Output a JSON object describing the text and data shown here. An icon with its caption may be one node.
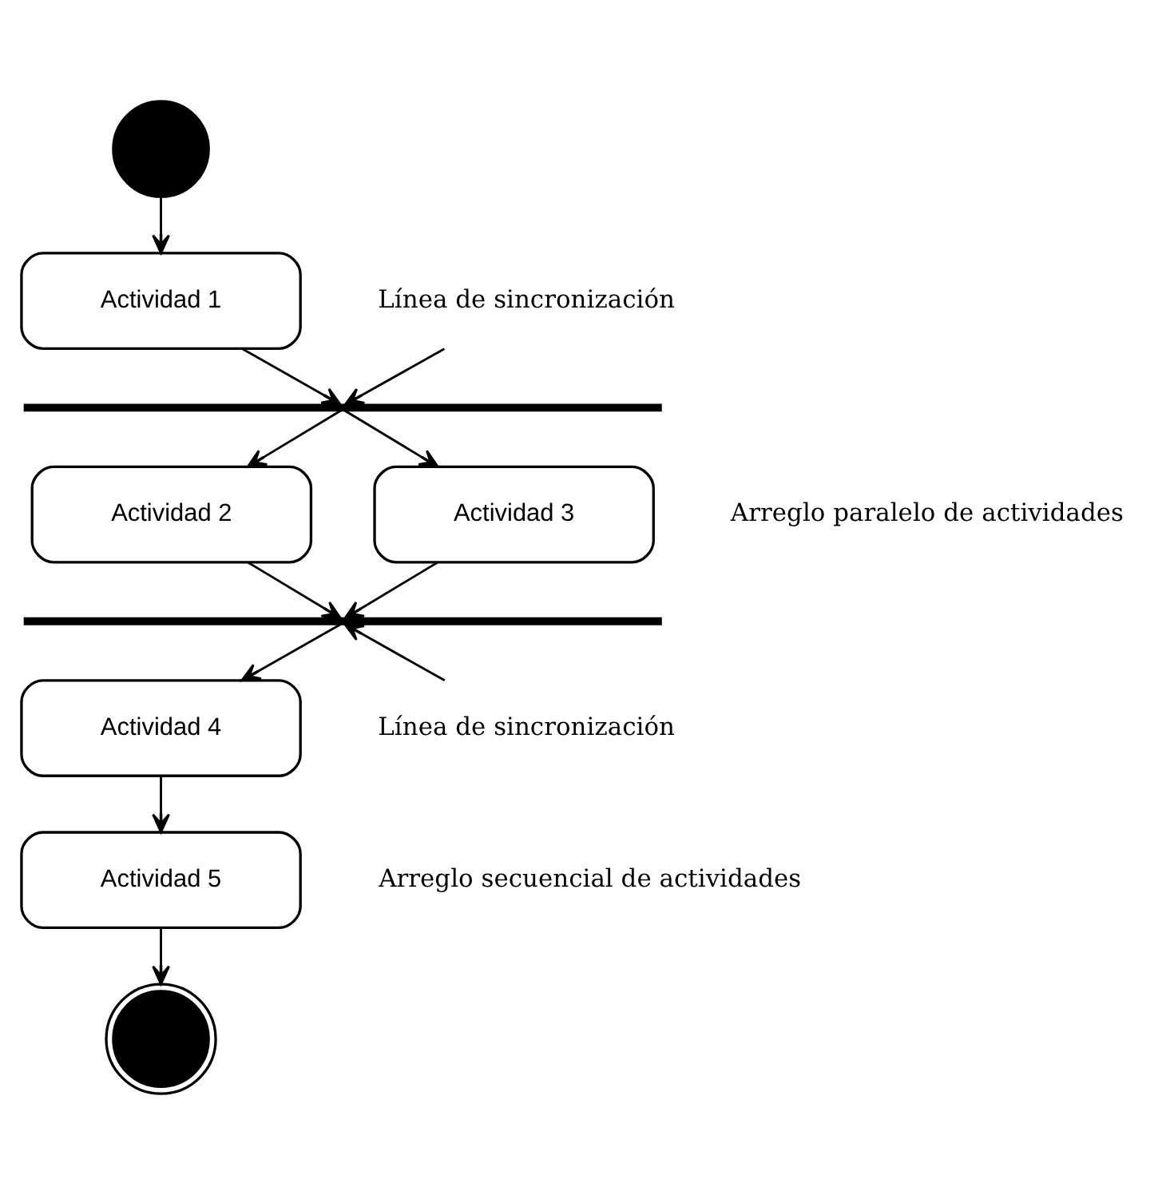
{
  "diagram": {
    "nodes": [
      {
        "text": [],
        "shape": "circle"
      },
      {
        "text": [
          "Actividad 1"
        ]
      },
      {
        "text": [],
        "shape": "bar"
      },
      {
        "text": [
          "Actividad 2"
        ]
      },
      {
        "text": [
          "Actividad 3"
        ]
      },
      {
        "text": [],
        "shape": "bar"
      },
      {
        "text": [
          "Actividad 4"
        ]
      },
      {
        "text": [
          "Actividad 5"
        ]
      },
      {
        "text": [],
        "shape": "circle"
      },
      {
        "text": [
          "Línea de sincronización"
        ]
      },
      {
        "text": [
          "Línea de sincronización"
        ]
      }
    ],
    "edges": [
      {
        "from": 0,
        "to": 1,
        "arrow": "to"
      },
      {
        "from": 1,
        "to": 2,
        "arrow": "to"
      },
      {
        "from": 2,
        "to": 3,
        "arrow": "to"
      },
      {
        "from": 2,
        "to": 4,
        "arrow": "to"
      },
      {
        "from": 3,
        "to": 5,
        "arrow": "to"
      },
      {
        "from": 4,
        "to": 5,
        "arrow": "to"
      },
      {
        "from": 5,
        "to": 6,
        "arrow": "to"
      },
      {
        "from": 6,
        "to": 7,
        "arrow": "to"
      },
      {
        "from": 7,
        "to": 8,
        "arrow": "to"
      },
      {
        "from": 9,
        "to": 2,
        "arrow": "to"
      },
      {
        "from": 10,
        "to": 5,
        "arrow": "to"
      }
    ],
    "labels": [
      "Arreglo paralelo de actividades",
      "Arreglo secuencial de actividades"
    ]
  }
}
